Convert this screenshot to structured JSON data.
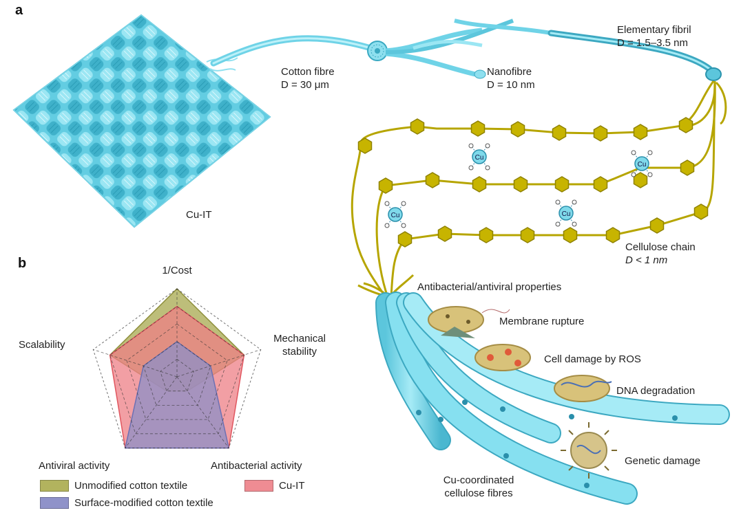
{
  "panels": {
    "a": "a",
    "b": "b"
  },
  "panel_a": {
    "textile_label": "Cu-IT",
    "cotton_fibre": {
      "name": "Cotton fibre",
      "size": "D = 30 μm"
    },
    "nanofibre": {
      "name": "Nanofibre",
      "size": "D = 10 nm"
    },
    "elementary_fibril": {
      "name": "Elementary fibril",
      "size": "D = 1.5–3.5 nm"
    },
    "cellulose_chain": {
      "name": "Cellulose chain",
      "size": "D < 1 nm"
    },
    "cu_ion": "Cu",
    "properties_title": "Antibacterial/antiviral properties",
    "mechanisms": [
      "Membrane rupture",
      "Cell damage by ROS",
      "DNA degradation",
      "Genetic damage"
    ],
    "fibres_label_line1": "Cu-coordinated",
    "fibres_label_line2": "cellulose fibres"
  },
  "panel_b": {
    "axes": [
      "1/Cost",
      "Mechanical stability",
      "Antibacterial activity",
      "Antiviral activity",
      "Scalability"
    ],
    "axis_label_lines": {
      "mechanical_line1": "Mechanical",
      "mechanical_line2": "stability"
    },
    "legend": {
      "unmodified": "Unmodified cotton textile",
      "cuit": "Cu-IT",
      "surface": "Surface-modified cotton textile"
    },
    "colors": {
      "unmodified": "#a7a84e",
      "cuit": "#ee7f86",
      "surface": "#8c8fc7",
      "fibre_cyan": "#7fd9ea",
      "glucose_yellow": "#c7b400"
    }
  },
  "chart_data": {
    "type": "radar",
    "categories": [
      "1/Cost",
      "Mechanical stability",
      "Antibacterial activity",
      "Antiviral activity",
      "Scalability"
    ],
    "max": 5,
    "series": [
      {
        "name": "Unmodified cotton textile",
        "values": [
          5,
          4,
          1,
          1,
          4
        ]
      },
      {
        "name": "Cu-IT",
        "values": [
          4,
          4,
          5,
          5,
          4
        ]
      },
      {
        "name": "Surface-modified cotton textile",
        "values": [
          2,
          2,
          5,
          5,
          2
        ]
      }
    ],
    "grid": true,
    "legend_position": "bottom"
  }
}
